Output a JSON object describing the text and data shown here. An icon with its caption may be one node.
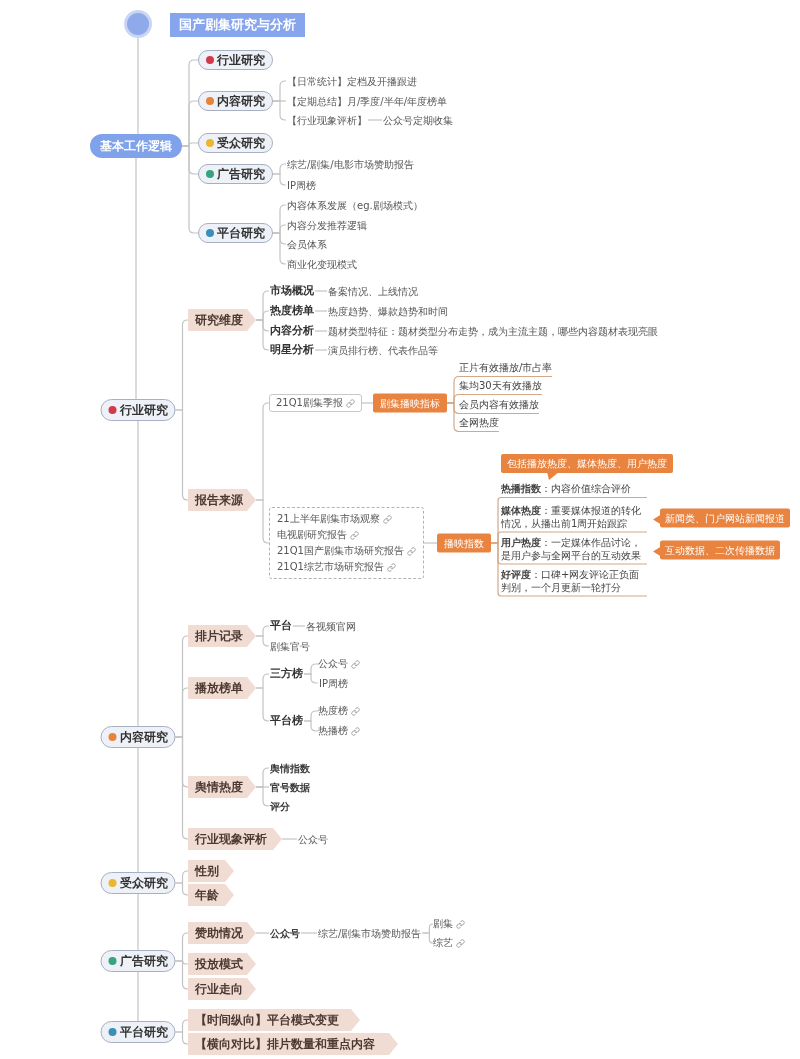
{
  "diagram": {
    "title": "国产剧集研究与分析",
    "nodes": [
      {
        "text": [],
        "shape": "circle"
      },
      {
        "text": [
          "基本工作逻辑"
        ]
      },
      {
        "text": [
          "行业研究"
        ]
      },
      {
        "text": [
          "内容研究"
        ]
      },
      {
        "text": [
          "【日常统计】定档及开播跟进"
        ]
      },
      {
        "text": [
          "【定期总结】月/季度/半年/年度榜单"
        ]
      },
      {
        "text": [
          "【行业现象评析】"
        ]
      },
      {
        "text": [
          "公众号定期收集"
        ]
      },
      {
        "text": [
          "受众研究"
        ]
      },
      {
        "text": [
          "广告研究"
        ]
      },
      {
        "text": [
          "综艺/剧集/电影市场赞助报告"
        ]
      },
      {
        "text": [
          "IP周榜"
        ]
      },
      {
        "text": [
          "平台研究"
        ]
      },
      {
        "text": [
          "内容体系发展（eg.剧场模式）"
        ]
      },
      {
        "text": [
          "内容分发推荐逻辑"
        ]
      },
      {
        "text": [
          "会员体系"
        ]
      },
      {
        "text": [
          "商业化变现模式"
        ]
      },
      {
        "text": [
          "行业研究"
        ]
      },
      {
        "text": [
          "研究维度"
        ]
      },
      {
        "text": [
          "市场概况"
        ]
      },
      {
        "text": [
          "备案情况、上线情况"
        ]
      },
      {
        "text": [
          "热度榜单"
        ]
      },
      {
        "text": [
          "热度趋势、爆款趋势和时间"
        ]
      },
      {
        "text": [
          "内容分析"
        ]
      },
      {
        "text": [
          "题材类型特征：题材类型分布走势，成为主流主题，哪些内容题材表现亮眼"
        ]
      },
      {
        "text": [
          "明星分析"
        ]
      },
      {
        "text": [
          "演员排行榜、代表作品等"
        ]
      },
      {
        "text": [
          "报告来源"
        ]
      },
      {
        "text": [
          "21Q1剧集季报"
        ]
      },
      {
        "text": [
          "剧集播映指标"
        ]
      },
      {
        "text": [
          "正片有效播放/市占率"
        ]
      },
      {
        "text": [
          "集均30天有效播放"
        ]
      },
      {
        "text": [
          "会员内容有效播放"
        ]
      },
      {
        "text": [
          "全网热度"
        ]
      },
      {
        "text": [],
        "shape": "box"
      },
      {
        "text": [
          "21上半年剧集市场观察"
        ],
        "in": 34
      },
      {
        "text": [
          "电视剧研究报告"
        ],
        "in": 34
      },
      {
        "text": [
          "21Q1国产剧集市场研究报告"
        ],
        "in": 34
      },
      {
        "text": [
          "21Q1综艺市场研究报告"
        ],
        "in": 34
      },
      {
        "text": [
          "播映指数"
        ]
      },
      {
        "text": [
          "包括播放热度、媒体热度、用户热度"
        ]
      },
      {
        "text": [
          "**热播指数**：内容价值综合评价"
        ]
      },
      {
        "text": [
          "**媒体热度**：重要媒体报道的转化情况，从播出前1周开始跟踪"
        ]
      },
      {
        "text": [
          "新闻类、门户网站新闻报道"
        ]
      },
      {
        "text": [
          "**用户热度**：一定媒体作品讨论，是用户参与全网平台的互动效果"
        ]
      },
      {
        "text": [
          "互动数据、二次传播数据"
        ]
      },
      {
        "text": [
          "**好评度**：口碑+网友评论正负面判别，一个月更新一轮打分"
        ]
      },
      {
        "text": [
          "内容研究"
        ]
      },
      {
        "text": [
          "排片记录"
        ]
      },
      {
        "text": [
          "平台"
        ]
      },
      {
        "text": [
          "各视频官网"
        ]
      },
      {
        "text": [
          "剧集官号"
        ]
      },
      {
        "text": [
          "播放榜单"
        ]
      },
      {
        "text": [
          "三方榜"
        ]
      },
      {
        "text": [
          "公众号"
        ]
      },
      {
        "text": [
          "IP周榜"
        ]
      },
      {
        "text": [
          "平台榜"
        ]
      },
      {
        "text": [
          "热度榜"
        ]
      },
      {
        "text": [
          "热播榜"
        ]
      },
      {
        "text": [
          "舆情热度"
        ]
      },
      {
        "text": [
          "舆情指数"
        ]
      },
      {
        "text": [
          "官号数据"
        ]
      },
      {
        "text": [
          "评分"
        ]
      },
      {
        "text": [
          "行业现象评析"
        ]
      },
      {
        "text": [
          "公众号"
        ]
      },
      {
        "text": [
          "受众研究"
        ]
      },
      {
        "text": [
          "性别"
        ]
      },
      {
        "text": [
          "年龄"
        ]
      },
      {
        "text": [
          "广告研究"
        ]
      },
      {
        "text": [
          "赞助情况"
        ]
      },
      {
        "text": [
          "公众号"
        ]
      },
      {
        "text": [
          "综艺/剧集市场赞助报告"
        ]
      },
      {
        "text": [
          "剧集"
        ]
      },
      {
        "text": [
          "综艺"
        ]
      },
      {
        "text": [
          "投放模式"
        ]
      },
      {
        "text": [
          "行业走向"
        ]
      },
      {
        "text": [
          "平台研究"
        ]
      },
      {
        "text": [
          "【时间纵向】平台模式变更"
        ]
      },
      {
        "text": [
          "【横向对比】排片数量和重点内容"
        ]
      }
    ],
    "edges": [
      {
        "from": 0,
        "to": 1,
        "arrow": "none"
      },
      {
        "from": 1,
        "to": 17,
        "arrow": "none"
      },
      {
        "from": 17,
        "to": 47,
        "arrow": "none"
      },
      {
        "from": 47,
        "to": 65,
        "arrow": "none"
      },
      {
        "from": 65,
        "to": 68,
        "arrow": "none"
      },
      {
        "from": 68,
        "to": 76,
        "arrow": "none"
      },
      {
        "from": 1,
        "to": 2,
        "arrow": "none"
      },
      {
        "from": 1,
        "to": 3,
        "arrow": "none"
      },
      {
        "from": 1,
        "to": 8,
        "arrow": "none"
      },
      {
        "from": 1,
        "to": 9,
        "arrow": "none"
      },
      {
        "from": 1,
        "to": 12,
        "arrow": "none"
      },
      {
        "from": 3,
        "to": 4,
        "arrow": "none"
      },
      {
        "from": 3,
        "to": 5,
        "arrow": "none"
      },
      {
        "from": 3,
        "to": 6,
        "arrow": "none"
      },
      {
        "from": 6,
        "to": 7,
        "arrow": "none"
      },
      {
        "from": 9,
        "to": 10,
        "arrow": "none"
      },
      {
        "from": 9,
        "to": 11,
        "arrow": "none"
      },
      {
        "from": 12,
        "to": 13,
        "arrow": "none"
      },
      {
        "from": 12,
        "to": 14,
        "arrow": "none"
      },
      {
        "from": 12,
        "to": 15,
        "arrow": "none"
      },
      {
        "from": 12,
        "to": 16,
        "arrow": "none"
      },
      {
        "from": 17,
        "to": 18,
        "arrow": "none"
      },
      {
        "from": 17,
        "to": 27,
        "arrow": "none"
      },
      {
        "from": 18,
        "to": 19,
        "arrow": "none"
      },
      {
        "from": 18,
        "to": 21,
        "arrow": "none"
      },
      {
        "from": 18,
        "to": 23,
        "arrow": "none"
      },
      {
        "from": 18,
        "to": 25,
        "arrow": "none"
      },
      {
        "from": 19,
        "to": 20,
        "arrow": "none"
      },
      {
        "from": 21,
        "to": 22,
        "arrow": "none"
      },
      {
        "from": 23,
        "to": 24,
        "arrow": "none"
      },
      {
        "from": 25,
        "to": 26,
        "arrow": "none"
      },
      {
        "from": 27,
        "to": 28,
        "arrow": "none"
      },
      {
        "from": 28,
        "to": 29,
        "arrow": "none"
      },
      {
        "from": 29,
        "to": 30,
        "arrow": "none",
        "color": "#d2a888"
      },
      {
        "from": 29,
        "to": 31,
        "arrow": "none",
        "color": "#d2a888"
      },
      {
        "from": 29,
        "to": 32,
        "arrow": "none",
        "color": "#d2a888"
      },
      {
        "from": 29,
        "to": 33,
        "arrow": "none",
        "color": "#d2a888"
      },
      {
        "from": 27,
        "to": 34,
        "arrow": "none"
      },
      {
        "from": 34,
        "to": 39,
        "arrow": "none"
      },
      {
        "from": 39,
        "to": 41,
        "arrow": "none",
        "color": "#d2a888"
      },
      {
        "from": 39,
        "to": 42,
        "arrow": "none",
        "color": "#d2a888"
      },
      {
        "from": 39,
        "to": 44,
        "arrow": "none",
        "color": "#d2a888"
      },
      {
        "from": 39,
        "to": 46,
        "arrow": "none",
        "color": "#d2a888"
      },
      {
        "from": 47,
        "to": 48,
        "arrow": "none"
      },
      {
        "from": 47,
        "to": 52,
        "arrow": "none"
      },
      {
        "from": 47,
        "to": 59,
        "arrow": "none"
      },
      {
        "from": 47,
        "to": 63,
        "arrow": "none"
      },
      {
        "from": 48,
        "to": 49,
        "arrow": "none"
      },
      {
        "from": 49,
        "to": 50,
        "arrow": "none"
      },
      {
        "from": 48,
        "to": 51,
        "arrow": "none"
      },
      {
        "from": 52,
        "to": 53,
        "arrow": "none"
      },
      {
        "from": 52,
        "to": 56,
        "arrow": "none"
      },
      {
        "from": 53,
        "to": 54,
        "arrow": "none"
      },
      {
        "from": 53,
        "to": 55,
        "arrow": "none"
      },
      {
        "from": 56,
        "to": 57,
        "arrow": "none"
      },
      {
        "from": 56,
        "to": 58,
        "arrow": "none"
      },
      {
        "from": 59,
        "to": 60,
        "arrow": "none"
      },
      {
        "from": 59,
        "to": 61,
        "arrow": "none"
      },
      {
        "from": 59,
        "to": 62,
        "arrow": "none"
      },
      {
        "from": 63,
        "to": 64,
        "arrow": "none"
      },
      {
        "from": 65,
        "to": 66,
        "arrow": "none"
      },
      {
        "from": 65,
        "to": 67,
        "arrow": "none"
      },
      {
        "from": 68,
        "to": 69,
        "arrow": "none"
      },
      {
        "from": 68,
        "to": 74,
        "arrow": "none"
      },
      {
        "from": 68,
        "to": 75,
        "arrow": "none"
      },
      {
        "from": 69,
        "to": 70,
        "arrow": "none"
      },
      {
        "from": 70,
        "to": 71,
        "arrow": "none"
      },
      {
        "from": 71,
        "to": 72,
        "arrow": "none"
      },
      {
        "from": 71,
        "to": 73,
        "arrow": "none"
      },
      {
        "from": 76,
        "to": 77,
        "arrow": "none"
      },
      {
        "from": 76,
        "to": 78,
        "arrow": "none"
      }
    ]
  }
}
